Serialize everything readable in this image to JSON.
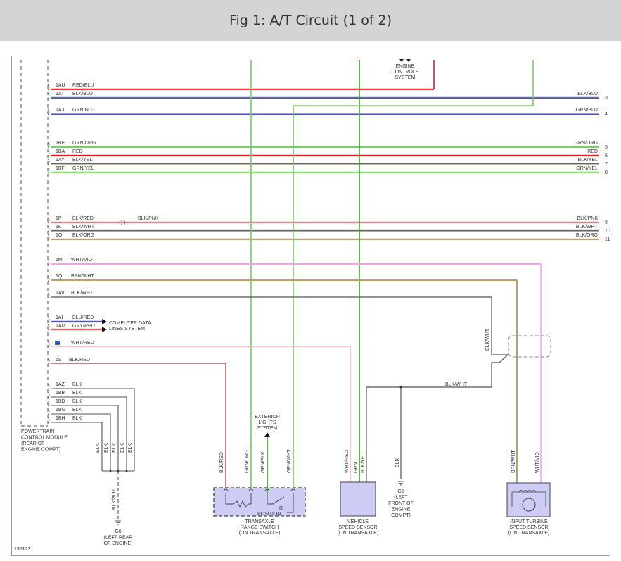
{
  "header": {
    "title": "Fig 1: A/T Circuit (1 of 2)"
  },
  "figure_id": "196123",
  "colors": {
    "RED": "#e8141e",
    "BLU": "#5050c8",
    "GRN": "#33aa22",
    "LTGRN": "#7bc86a",
    "BLK": "#555555",
    "YEL": "#cccc44",
    "BRN": "#b9a06e",
    "PNK": "#f5a0e8",
    "WHTRED": "#f5b5b5",
    "GRYRED": "#d66",
    "SLATE": "#6a6a9a",
    "BLKRED": "#a86060",
    "BLKORG": "#9a8060",
    "component_fill": "#ccccf5"
  },
  "pcm": {
    "name_lines": [
      "POWERTRAIN",
      "CONTROL MODULE",
      "(REAR OF",
      "ENGINE COMPT)"
    ]
  },
  "wires": [
    {
      "pin": "1AU",
      "color_code": "RED/BLU",
      "right_label": "",
      "ref": ""
    },
    {
      "pin": "1AT",
      "color_code": "BLK/BLU",
      "right_label": "BLK/BLU",
      "ref": "3"
    },
    {
      "pin": "1AX",
      "color_code": "GRN/BLU",
      "right_label": "GRN/BLU",
      "ref": "4"
    },
    {
      "pin": "1BE",
      "color_code": "GRN/ORG",
      "right_label": "GRN/ORG",
      "ref": "5"
    },
    {
      "pin": "1BA",
      "color_code": "RED",
      "right_label": "RED",
      "ref": "6"
    },
    {
      "pin": "1AY",
      "color_code": "BLK/YEL",
      "right_label": "BLK/YEL",
      "ref": "7"
    },
    {
      "pin": "1BF",
      "color_code": "GRN/YEL",
      "right_label": "GRN/YEL",
      "ref": "8"
    },
    {
      "pin": "1P",
      "color_code": "BLK/RED",
      "mid_label": "BLK/PNK",
      "right_label": "BLK/PNK",
      "ref": "9"
    },
    {
      "pin": "1K",
      "color_code": "BLK/WHT",
      "right_label": "BLK/WHT",
      "ref": "10"
    },
    {
      "pin": "1O",
      "color_code": "BLK/ORG",
      "right_label": "BLK/ORG",
      "ref": "11"
    },
    {
      "pin": "1M",
      "color_code": "WHT/VIO"
    },
    {
      "pin": "1Q",
      "color_code": "BRN/WHT"
    },
    {
      "pin": "1AV",
      "color_code": "BLK/WHT"
    },
    {
      "pin": "1AI",
      "color_code": "BLU/RED"
    },
    {
      "pin": "1AM",
      "color_code": "GRY/RED"
    },
    {
      "pin": "1J",
      "color_code": "WHT/RED"
    },
    {
      "pin": "1S",
      "color_code": "BLK/RED"
    },
    {
      "pin": "1AZ",
      "color_code": "BLK"
    },
    {
      "pin": "1BB",
      "color_code": "BLK"
    },
    {
      "pin": "1BD",
      "color_code": "BLK"
    },
    {
      "pin": "1BG",
      "color_code": "BLK"
    },
    {
      "pin": "1BH",
      "color_code": "BLK"
    }
  ],
  "systems": {
    "engine_controls": [
      "ENGINE",
      "CONTROLS",
      "SYSTEM"
    ],
    "computer_data": [
      "COMPUTER DATA",
      "LINES SYSTEM"
    ],
    "exterior_lights": [
      "EXTERIOR",
      "LIGHTS",
      "SYSTEM"
    ]
  },
  "ground_g6": {
    "wire": "BLK/BLU",
    "name_lines": [
      "G6",
      "(LEFT REAR",
      "OF ENGINE)"
    ],
    "branch_labels": [
      "BLK",
      "BLK",
      "BLK",
      "BLK",
      "BLK"
    ]
  },
  "ground_g5": {
    "wire": "BLK",
    "name_lines": [
      "G5",
      "(LEFT",
      "FRONT OF",
      "ENGINE",
      "COMPT)"
    ]
  },
  "shield_label": "BLK/WHT",
  "shield_branch_label": "BLK/WHT",
  "trs": {
    "wires": [
      "BLK/RED",
      "GRN/ORG",
      "GRN/BLK",
      "GRN/WHT"
    ],
    "position_letter": "R",
    "position_label": "POSITION",
    "name_lines": [
      "TRANSAXLE",
      "RANGE SWITCH",
      "(ON TRANSAXLE)"
    ]
  },
  "vss": {
    "wires": [
      "WHT/RED",
      "GRN",
      "BLK/YEL"
    ],
    "name_lines": [
      "VEHICLE",
      "SPEED SENSOR",
      "(ON TRANSAXLE)"
    ]
  },
  "itss": {
    "wires": [
      "BRN/WHT",
      "WHT/VIO"
    ],
    "name_lines": [
      "INPUT TURBINE",
      "SPEED SENSOR",
      "(ON TRANSAXLE)"
    ]
  }
}
